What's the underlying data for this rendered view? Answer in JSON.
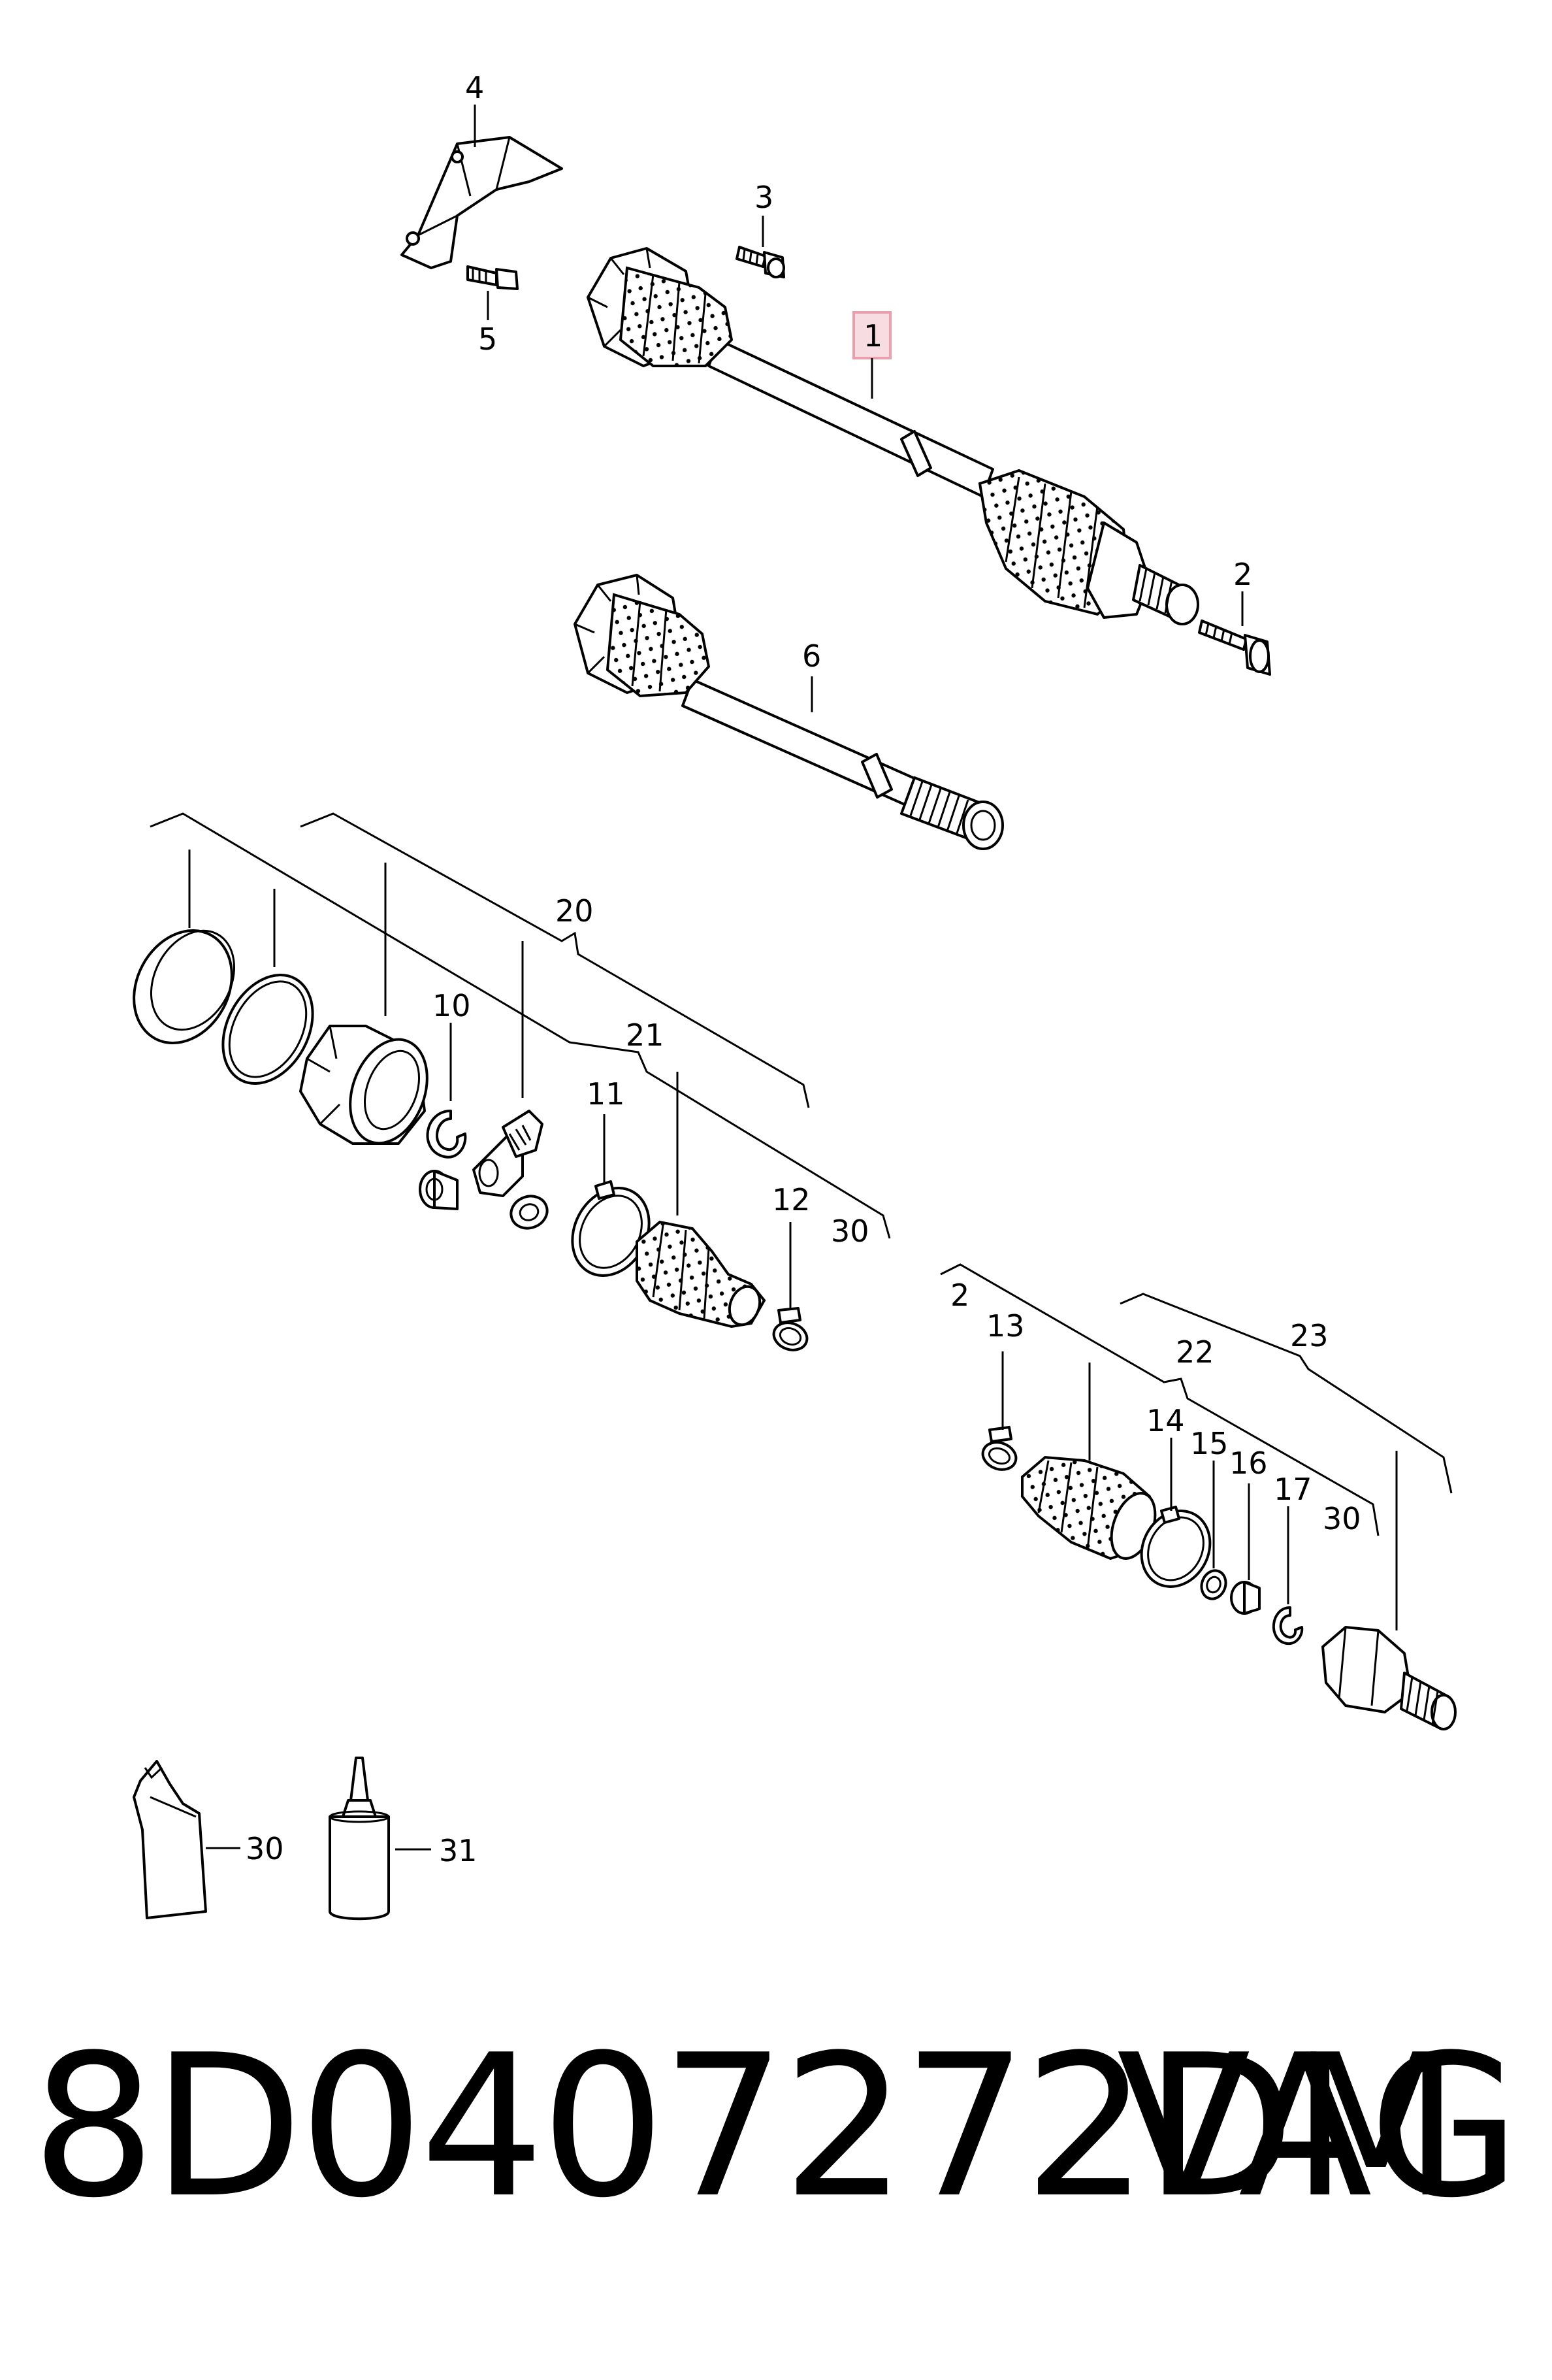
{
  "callouts": {
    "c1": "1",
    "c2a": "2",
    "c3": "3",
    "c4": "4",
    "c5": "5",
    "c6": "6",
    "c10": "10",
    "c11": "11",
    "c12": "12",
    "c20": "20",
    "c21": "21",
    "c30a": "30",
    "c2b": "2",
    "c13": "13",
    "c14": "14",
    "c15": "15",
    "c16": "16",
    "c17": "17",
    "c22": "22",
    "c23": "23",
    "c30b": "30",
    "c30c": "30",
    "c31": "31"
  },
  "highlight_color": "#e8a0ac",
  "footer": {
    "part_number": "8D0407272DM",
    "brand": "VAG"
  }
}
